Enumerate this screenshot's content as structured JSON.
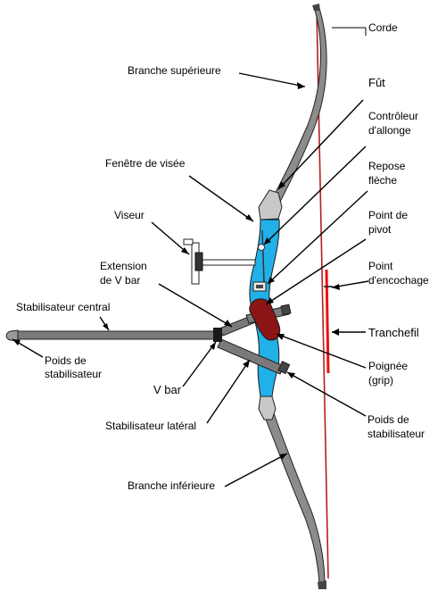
{
  "labels": {
    "corde": "Corde",
    "branche_superieure": "Branche supérieure",
    "fut": "Fût",
    "controleur_1": "Contrôleur",
    "controleur_2": "d'allonge",
    "fenetre": "Fenêtre de visée",
    "repose_1": "Repose",
    "repose_2": "flèche",
    "viseur": "Viseur",
    "pivot_1": "Point de",
    "pivot_2": "pivot",
    "extension_1": "Extension",
    "extension_2": "de V bar",
    "encochage_1": "Point",
    "encochage_2": "d'encochage",
    "stab_central": "Stabilisateur central",
    "tranchefil": "Tranchefil",
    "poids_gauche_1": "Poids de",
    "poids_gauche_2": "stabilisateur",
    "poignee_1": "Poignée",
    "poignee_2": "(grip)",
    "vbar": "V bar",
    "stab_lateral": "Stabilisateur latéral",
    "poids_droite_1": "Poids de",
    "poids_droite_2": "stabilisateur",
    "branche_inferieure": "Branche inférieure"
  },
  "colors": {
    "limb": "#8c8c8c",
    "riser": "#22b0e8",
    "grip": "#8b1414",
    "string": "#b41e1e",
    "serving": "#ee1111",
    "stabilizer": "#7a7a7a"
  }
}
